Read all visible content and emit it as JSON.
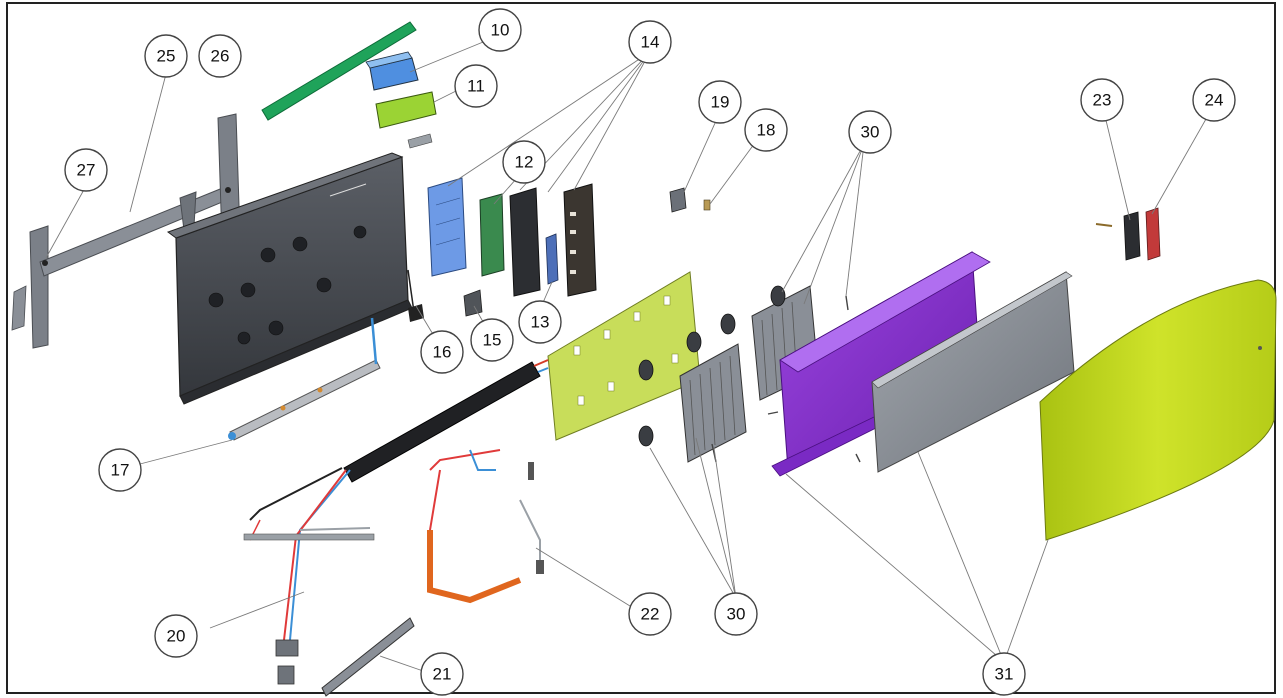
{
  "diagram": {
    "type": "exploded-parts-view",
    "callouts": [
      "10",
      "11",
      "12",
      "13",
      "14",
      "15",
      "16",
      "17",
      "18",
      "19",
      "20",
      "21",
      "22",
      "23",
      "24",
      "25",
      "26",
      "27",
      "30",
      "31"
    ]
  },
  "callout_labels": {
    "c10": "10",
    "c11": "11",
    "c12": "12",
    "c13": "13",
    "c14": "14",
    "c15": "15",
    "c16": "16",
    "c17": "17",
    "c18": "18",
    "c19": "19",
    "c20": "20",
    "c21": "21",
    "c22": "22",
    "c23": "23",
    "c24": "24",
    "c25": "25",
    "c26": "26",
    "c27": "27",
    "c30a": "30",
    "c30b": "30",
    "c31": "31"
  },
  "colors": {
    "frame": "#222222",
    "part_gray": "#6e747c",
    "part_dark": "#3c3f44",
    "heat_board": "#c8dd5a",
    "purple_channel": "#8a2fd0",
    "gray_cover": "#8b9098",
    "yellow_cover": "#c6dc1e",
    "green_rail": "#1fa35a",
    "blue_module": "#5b8fe0",
    "orange_cable": "#e0661e"
  }
}
